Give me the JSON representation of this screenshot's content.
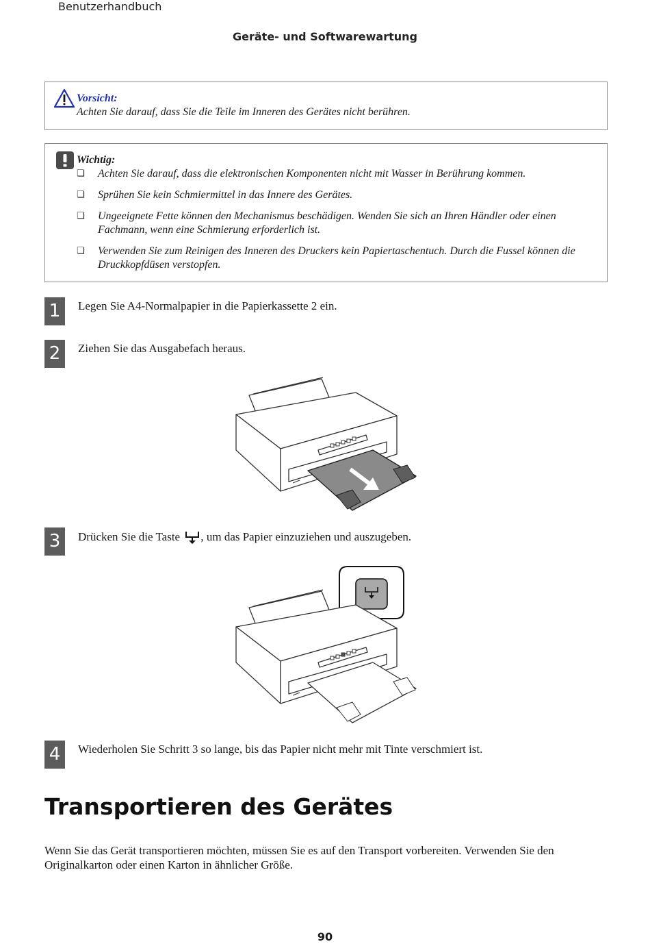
{
  "header": {
    "doc_title": "Benutzerhandbuch",
    "chapter_title": "Geräte- und Softwarewartung"
  },
  "caution": {
    "icon": "warning-triangle-icon",
    "title": "Vorsicht:",
    "text": "Achten Sie darauf, dass Sie die Teile im Inneren des Gerätes nicht berühren.",
    "title_color": "#1f2fae"
  },
  "important": {
    "icon": "exclamation-icon",
    "title": "Wichtig:",
    "bullet_symbol": "❏",
    "items": [
      "Achten Sie darauf, dass die elektronischen Komponenten nicht mit Wasser in Berührung kommen.",
      "Sprühen Sie kein Schmiermittel in das Innere des Gerätes.",
      "Ungeeignete Fette können den Mechanismus beschädigen. Wenden Sie sich an Ihren Händler oder einen Fachmann, wenn eine Schmierung erforderlich ist.",
      "Verwenden Sie zum Reinigen des Inneren des Druckers kein Papiertaschentuch. Durch die Fussel können die Druckkopfdüsen verstopfen."
    ]
  },
  "steps": [
    {
      "number": "1",
      "text": "Legen Sie A4-Normalpapier in die Papierkassette 2 ein."
    },
    {
      "number": "2",
      "text": "Ziehen Sie das Ausgabefach heraus."
    },
    {
      "number": "3",
      "text_before": "Drücken Sie die Taste",
      "button_icon": "paper-feed-icon",
      "text_after": ", um das Papier einzuziehen und auszugeben."
    },
    {
      "number": "4",
      "text": "Wiederholen Sie Schritt 3 so lange, bis das Papier nicht mehr mit Tinte verschmiert ist."
    }
  ],
  "section": {
    "title": "Transportieren des Gerätes",
    "body": "Wenn Sie das Gerät transportieren möchten, müssen Sie es auf den Transport vorbereiten. Verwenden Sie den Originalkarton oder einen Karton in ähnlicher Größe."
  },
  "footer": {
    "page_number": "90"
  },
  "colors": {
    "step_badge": "#5c5c5c",
    "output_tray_fill": "#8a8a8a",
    "button_fill": "#a8a8a8"
  }
}
